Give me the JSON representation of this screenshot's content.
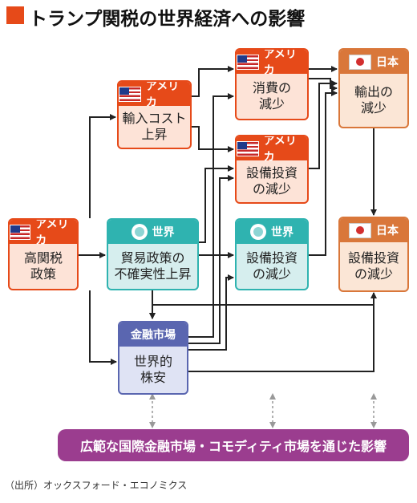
{
  "title": "トランプ関税の世界経済への影響",
  "nodes": {
    "us_tariff": {
      "header": "アメリカ",
      "line1": "高関税",
      "line2": "政策"
    },
    "us_import_cost": {
      "header": "アメリカ",
      "line1": "輸入コスト",
      "line2": "上昇"
    },
    "us_consumption": {
      "header": "アメリカ",
      "line1": "消費の",
      "line2": "減少"
    },
    "us_capex": {
      "header": "アメリカ",
      "line1": "設備投資",
      "line2": "の減少"
    },
    "world_uncertainty": {
      "header": "世界",
      "line1": "貿易政策の",
      "line2": "不確実性上昇"
    },
    "world_capex": {
      "header": "世界",
      "line1": "設備投資",
      "line2": "の減少"
    },
    "jp_exports": {
      "header": "日本",
      "line1": "輸出の",
      "line2": "減少"
    },
    "jp_capex": {
      "header": "日本",
      "line1": "設備投資",
      "line2": "の減少"
    },
    "fin_market": {
      "header": "金融市場",
      "line1": "世界的",
      "line2": "株安"
    }
  },
  "banner": "広範な国際金融市場・コモディティ市場を通じた影響",
  "source": "（出所）オックスフォード・エコノミクス",
  "colors": {
    "accent": "#e64a19",
    "us": "#e64a19",
    "japan": "#d9773a",
    "world": "#2fb3b0",
    "finance": "#5a66b0",
    "banner": "#9b3d8f"
  },
  "icons": {
    "us": "us-flag-icon",
    "japan": "japan-flag-icon",
    "world": "globe-icon"
  }
}
